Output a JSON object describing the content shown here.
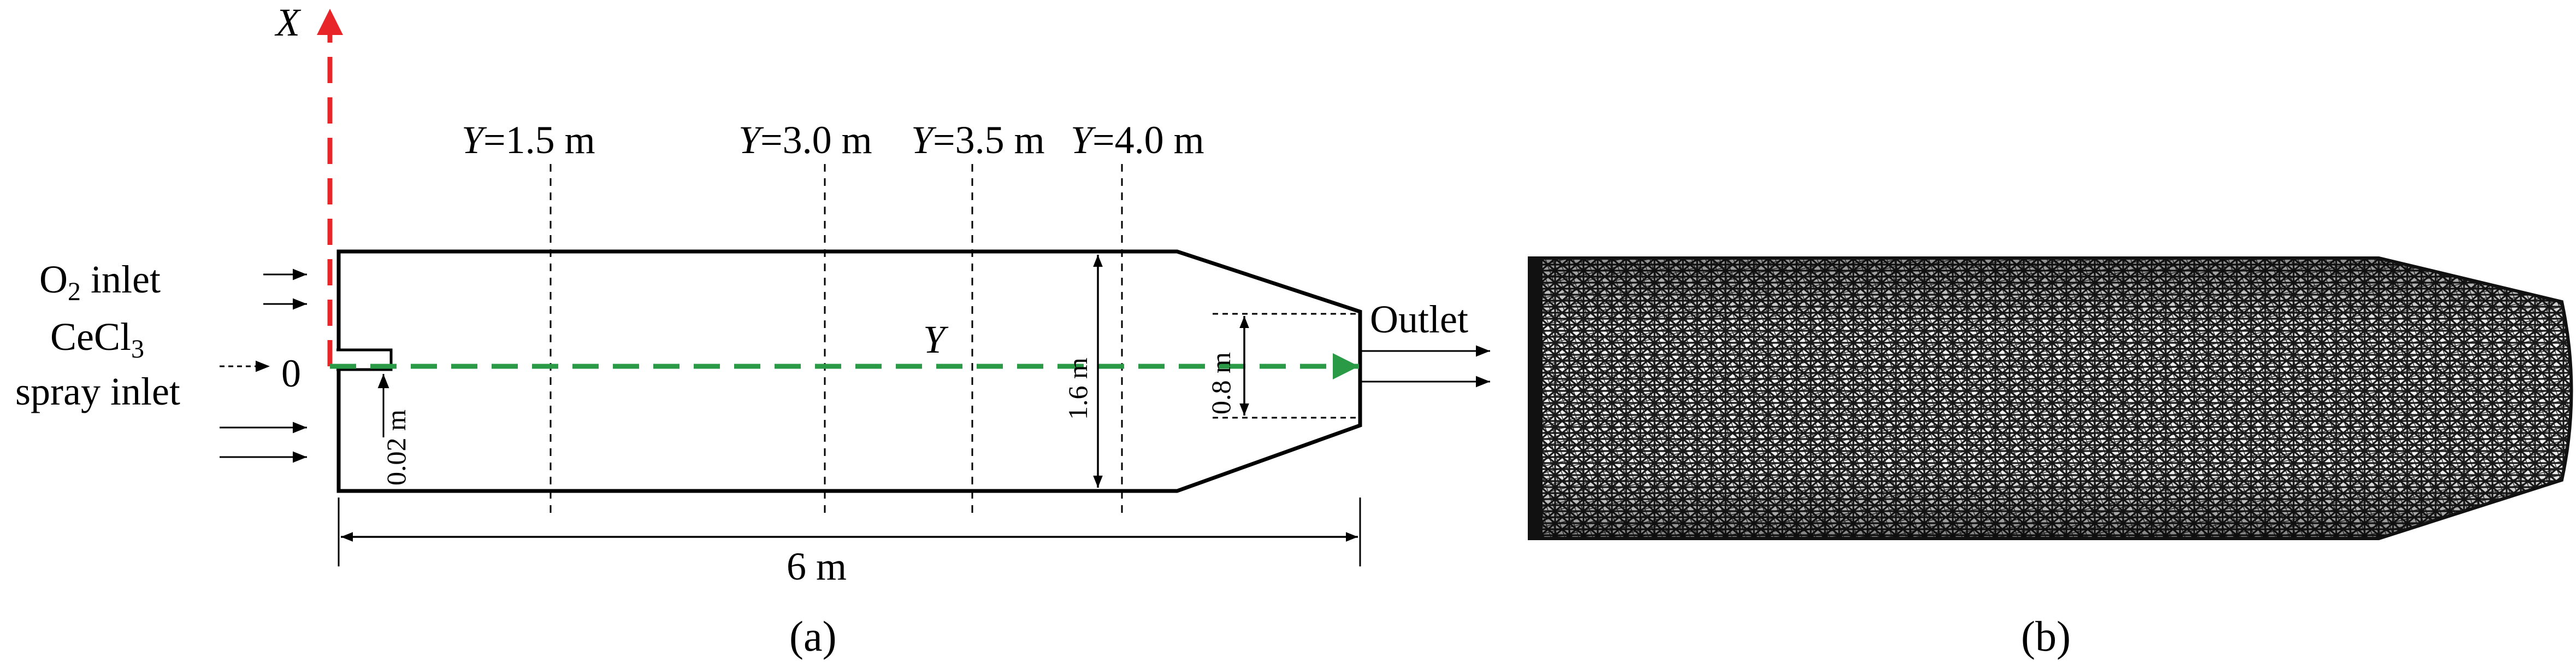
{
  "panel_a": {
    "caption": "(a)",
    "axis_x": "X",
    "axis_y": "Y",
    "origin": "0",
    "sections": [
      {
        "var": "Y",
        "value": "=1.5 m"
      },
      {
        "var": "Y",
        "value": "=3.0 m"
      },
      {
        "var": "Y",
        "value": "=3.5 m"
      },
      {
        "var": "Y",
        "value": "=4.0 m"
      }
    ],
    "o2_inlet": {
      "base": "O",
      "sub": "2",
      "rest": " inlet"
    },
    "spray_inlet": {
      "line1_base": "CeCl",
      "line1_sub": "3",
      "line2": "spray inlet"
    },
    "outlet": "Outlet",
    "dim_length": "6 m",
    "dim_diameter": "1.6 m",
    "dim_outlet": "0.8 m",
    "dim_nozzle": "0.02 m",
    "colors": {
      "x_axis": "#e8262a",
      "y_axis": "#2a9a46",
      "outline": "#000000"
    }
  },
  "panel_b": {
    "caption": "(b)",
    "mesh_color": "#1a1a1a"
  }
}
